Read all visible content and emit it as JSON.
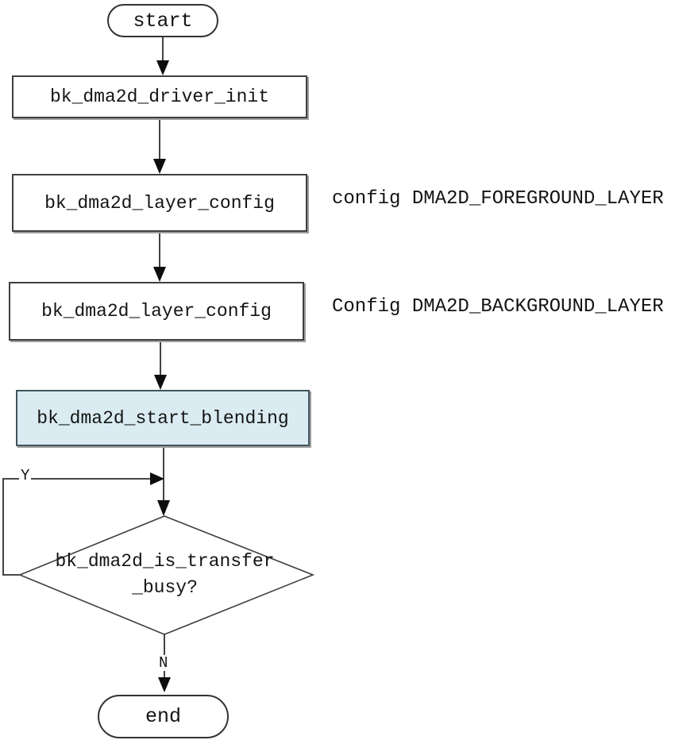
{
  "diagram": {
    "type": "flowchart",
    "nodes": {
      "start": {
        "label": "start"
      },
      "driver_init": {
        "label": "bk_dma2d_driver_init"
      },
      "layer_config_fg": {
        "label": "bk_dma2d_layer_config"
      },
      "layer_config_bg": {
        "label": "bk_dma2d_layer_config"
      },
      "start_blending": {
        "label": "bk_dma2d_start_blending"
      },
      "decision": {
        "label_line1": "bk_dma2d_is_transfer",
        "label_line2": "_busy?"
      },
      "end": {
        "label": "end"
      }
    },
    "annotations": {
      "foreground": "config DMA2D_FOREGROUND_LAYER",
      "background": "Config DMA2D_BACKGROUND_LAYER"
    },
    "edge_labels": {
      "yes": "Y",
      "no": "N"
    }
  },
  "colors": {
    "highlight_fill": "#daecf2",
    "highlight_border": "#41545c",
    "box_border": "#3f3f3f",
    "line": "#2e2e2e",
    "arrow": "#0d0d0d"
  }
}
